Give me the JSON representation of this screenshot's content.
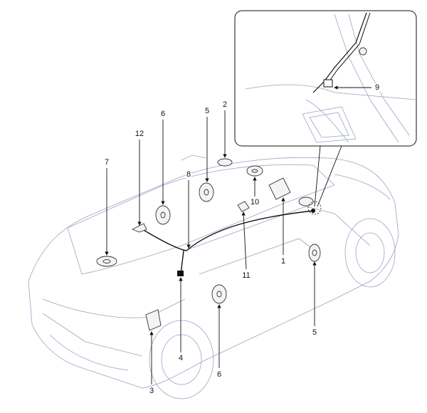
{
  "callouts": [
    {
      "id": "c1",
      "label": "1"
    },
    {
      "id": "c2",
      "label": "2"
    },
    {
      "id": "c3",
      "label": "3"
    },
    {
      "id": "c4",
      "label": "4"
    },
    {
      "id": "c5a",
      "label": "5"
    },
    {
      "id": "c5b",
      "label": "5"
    },
    {
      "id": "c6a",
      "label": "6"
    },
    {
      "id": "c6b",
      "label": "6"
    },
    {
      "id": "c7",
      "label": "7"
    },
    {
      "id": "c8",
      "label": "8"
    },
    {
      "id": "c9",
      "label": "9"
    },
    {
      "id": "c10",
      "label": "10"
    },
    {
      "id": "c11",
      "label": "11"
    },
    {
      "id": "c12",
      "label": "12"
    }
  ]
}
